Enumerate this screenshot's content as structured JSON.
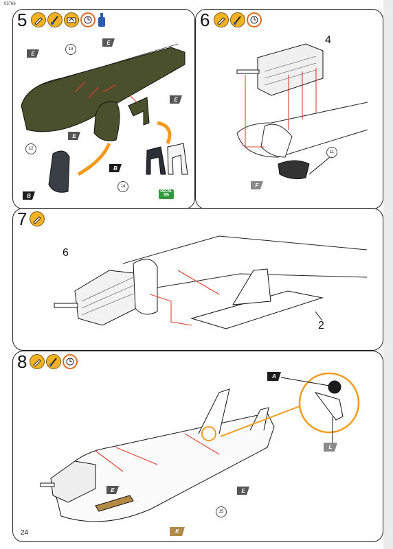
{
  "doc_code": "03766",
  "page_number": "24",
  "icon_names": {
    "glue": "glue-icon",
    "paint": "paint-icon",
    "decal": "decal-icon",
    "wait": "clock-icon",
    "glue_bottle": "glue-bottle-icon"
  },
  "colors": {
    "cockpit_green": "#4a4f2c",
    "arrow_red": "#e23c2c",
    "arrow_orange": "#f39a1d",
    "icon_orange": "#f3b124",
    "decal_green": "#2e9a3a",
    "swatch_black": "#1c1c1c",
    "swatch_dark_grey": "#555555",
    "swatch_grey": "#8a8a8a",
    "swatch_tan": "#b38a45"
  },
  "steps": [
    {
      "number": "5",
      "parts": [
        "13",
        "12",
        "14"
      ],
      "paint_codes": [
        "E",
        "E",
        "E",
        "E",
        "B",
        "B"
      ],
      "decal": {
        "label": "DECAL",
        "number": "55"
      }
    },
    {
      "number": "6",
      "part_label": "4",
      "parts": [
        "11"
      ],
      "paint_codes": [
        "F"
      ]
    },
    {
      "number": "7",
      "part_labels": [
        "6",
        "2"
      ]
    },
    {
      "number": "8",
      "parts": [
        "15"
      ],
      "paint_codes": [
        "A",
        "L",
        "E",
        "E",
        "K"
      ]
    }
  ]
}
